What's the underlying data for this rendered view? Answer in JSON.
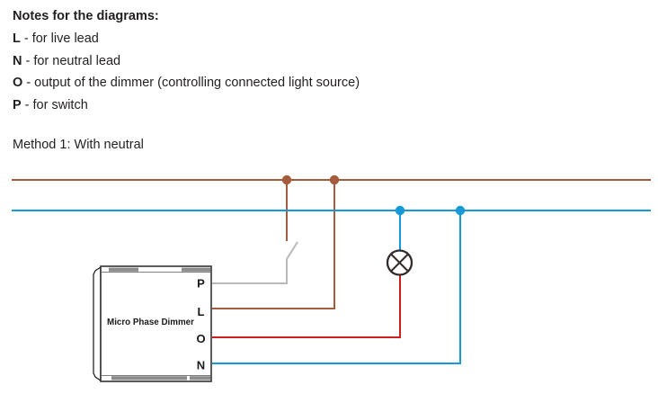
{
  "notes": {
    "title": "Notes for the diagrams:",
    "items": [
      {
        "key": "L",
        "desc": "- for live lead"
      },
      {
        "key": "N",
        "desc": "- for neutral lead"
      },
      {
        "key": "O",
        "desc": "- output of the dimmer (controlling connected light source)"
      },
      {
        "key": "P",
        "desc": "- for switch"
      }
    ]
  },
  "method": {
    "label": "Method 1: With neutral"
  },
  "diagram": {
    "device_label": "Micro Phase Dimmer",
    "terminals": {
      "p": "P",
      "l": "L",
      "o": "O",
      "n": "N"
    },
    "colors": {
      "live_wire": "#A55C3C",
      "neutral_wire": "#1699D6",
      "output_wire": "#CE1F1E",
      "switch_wire": "#B9B9B9",
      "lamp_outline": "#332C2B",
      "box_outline": "#262626",
      "box_bar_fill": "#8C8C8C",
      "text": "#1A1A1A"
    }
  }
}
